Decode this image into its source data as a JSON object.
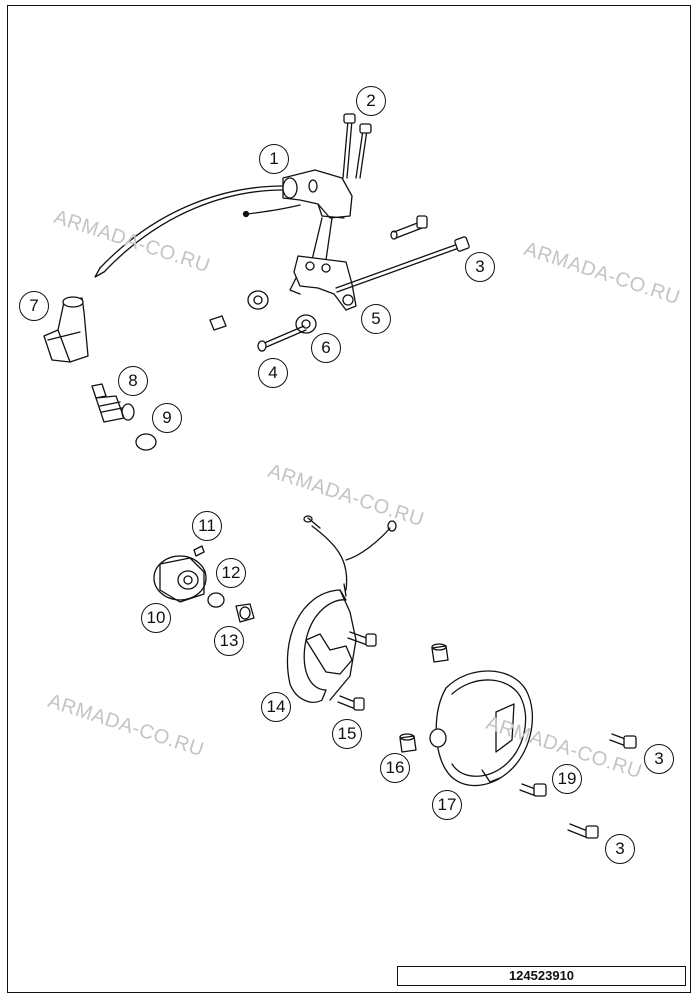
{
  "watermarks": [
    "ARMADA-CO.RU",
    "ARMADA-CO.RU",
    "ARMADA-CO.RU",
    "ARMADA-CO.RU",
    "ARMADA-CO.RU"
  ],
  "callouts": [
    "1",
    "2",
    "3",
    "4",
    "5",
    "6",
    "7",
    "8",
    "9",
    "10",
    "11",
    "12",
    "13",
    "14",
    "15",
    "16",
    "17",
    "3",
    "19",
    "3"
  ],
  "diagram_code": "124523910"
}
